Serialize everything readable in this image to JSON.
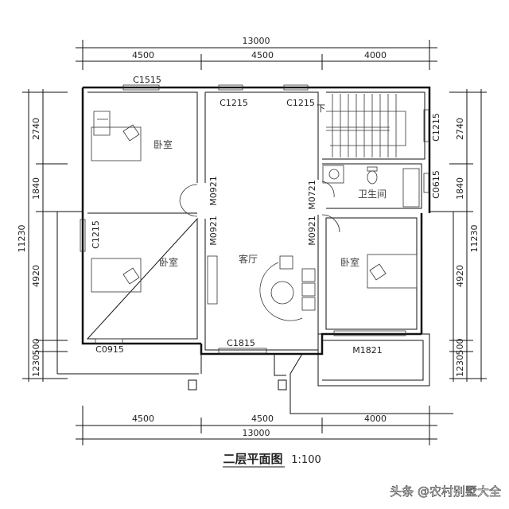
{
  "title": "二层平面图",
  "scale": "1:100",
  "watermark": "头条 @农村别墅大全",
  "dimensions": {
    "top_total": "13000",
    "top_segments": [
      "4500",
      "4500",
      "4000"
    ],
    "bottom_total": "13000",
    "bottom_segments": [
      "4500",
      "4500",
      "4000"
    ],
    "left_total": "11230",
    "left_segments": [
      "2740",
      "1840",
      "4920",
      "500",
      "1230"
    ],
    "right_total": "11230",
    "right_segments": [
      "2740",
      "1840",
      "4920",
      "500",
      "1230"
    ]
  },
  "rooms": {
    "bedroom_top_left": "卧室",
    "bedroom_bottom_left": "卧室",
    "living_room": "客厅",
    "bathroom": "卫生间",
    "bedroom_right": "卧室"
  },
  "openings": {
    "c1515": "C1515",
    "c1215_a": "C1215",
    "c1215_b": "C1215",
    "c1215_stair": "C1215",
    "c0615": "C0615",
    "c1215_left": "C1215",
    "c0915": "C0915",
    "c1815": "C1815",
    "m1821": "M1821",
    "m0921_a": "M0921",
    "m0921_b": "M0921",
    "m0721": "M0721",
    "m0921_c": "M0921"
  },
  "stair_mark": "下"
}
